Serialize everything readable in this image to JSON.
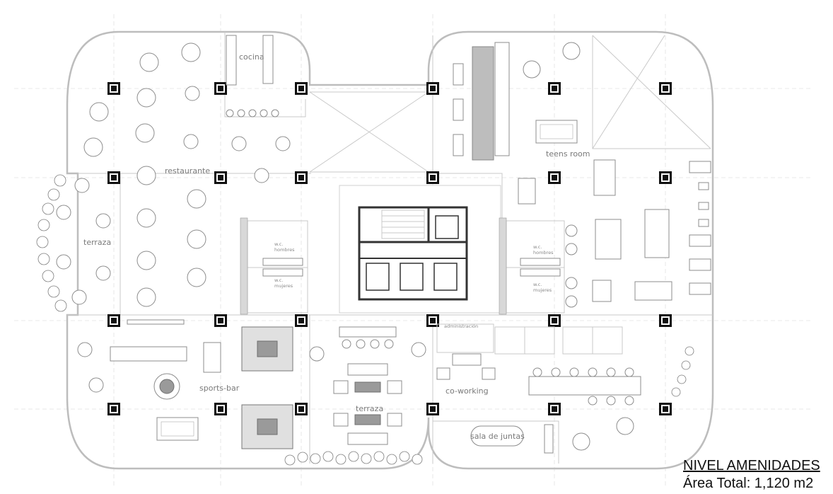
{
  "plan": {
    "rooms": {
      "cocina": "cocina",
      "restaurante": "restaurante",
      "terraza_left": "terraza",
      "teens_room": "teens room",
      "wc_hombres_left": "w.c.\nhombres",
      "wc_mujeres_left": "w.c.\nmujeres",
      "wc_hombres_right": "w.c.\nhombres",
      "wc_mujeres_right": "w.c.\nmujeres",
      "sports_bar": "sports-bar",
      "terraza_center": "terraza",
      "administracion": "administración",
      "co_working": "co-working",
      "sala_de_juntas": "sala de juntas"
    },
    "colors": {
      "wall": "#bdbdbd",
      "column": "#111111",
      "core": "#333333",
      "furniture_stroke": "#8c8c8c",
      "label": "#7a7a7a"
    }
  },
  "title_block": {
    "level": "NIVEL AMENIDADES",
    "area": "Área Total: 1,120 m2"
  }
}
